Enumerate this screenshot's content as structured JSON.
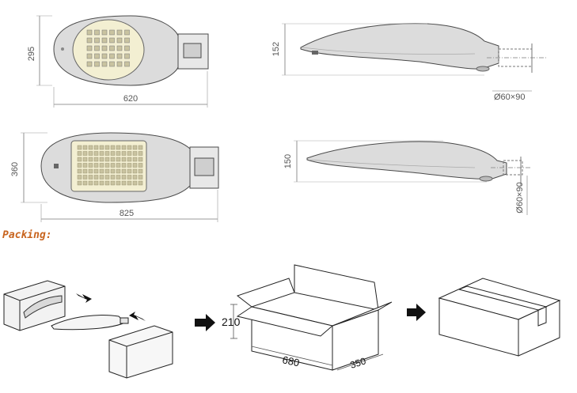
{
  "dimensions": {
    "lamp1_height": "295",
    "lamp1_length": "620",
    "lamp1_side_height": "152",
    "lamp1_pipe": "Ø60×90",
    "lamp2_height": "360",
    "lamp2_length": "825",
    "lamp2_side_height": "150",
    "lamp2_pipe": "Ø60×90"
  },
  "packing": {
    "label": "Packing:",
    "box_height": "210",
    "box_length": "680",
    "box_width": "350"
  },
  "colors": {
    "outline": "#4a4a4a",
    "housing": "#d9d9d9",
    "lens": "#f3efd2",
    "led": "#c9c3a0",
    "accent_label": "#c8641e",
    "arrow": "#111111"
  }
}
